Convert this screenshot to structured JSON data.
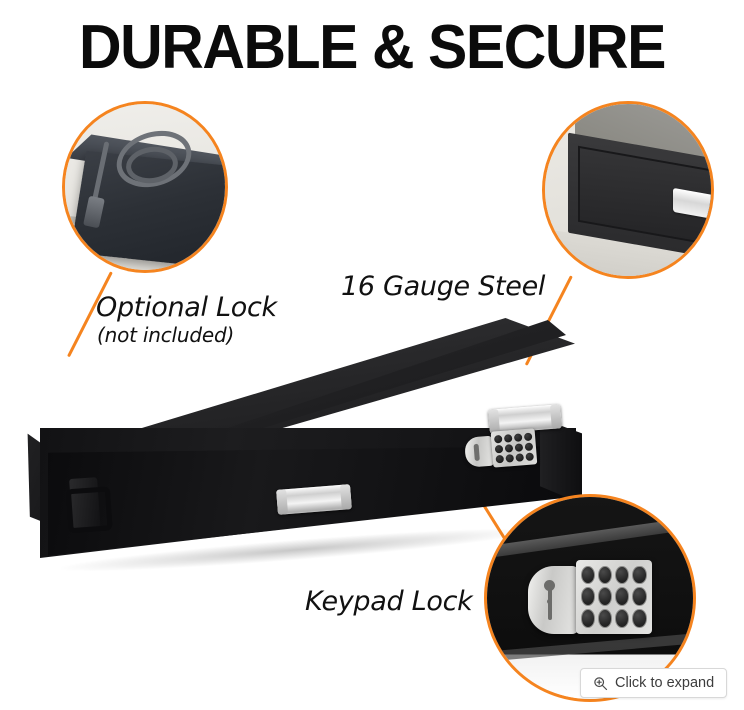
{
  "heading": "DURABLE & SECURE",
  "accent_color": "#F5841F",
  "callouts": [
    {
      "id": "optional-lock",
      "label": "Optional Lock",
      "sub_label": "(not included)",
      "image_alt": "cable-lock-on-safe-corner"
    },
    {
      "id": "gauge-steel",
      "label": "16 Gauge Steel",
      "image_alt": "steel-drawer-front-corner"
    },
    {
      "id": "keypad-lock",
      "label": "Keypad Lock",
      "image_alt": "keypad-lock-closeup"
    }
  ],
  "product": {
    "alt": "long-black-steel-under-bed-gun-safe"
  },
  "expand": {
    "label": "Click to expand",
    "icon": "zoom-in-icon"
  }
}
